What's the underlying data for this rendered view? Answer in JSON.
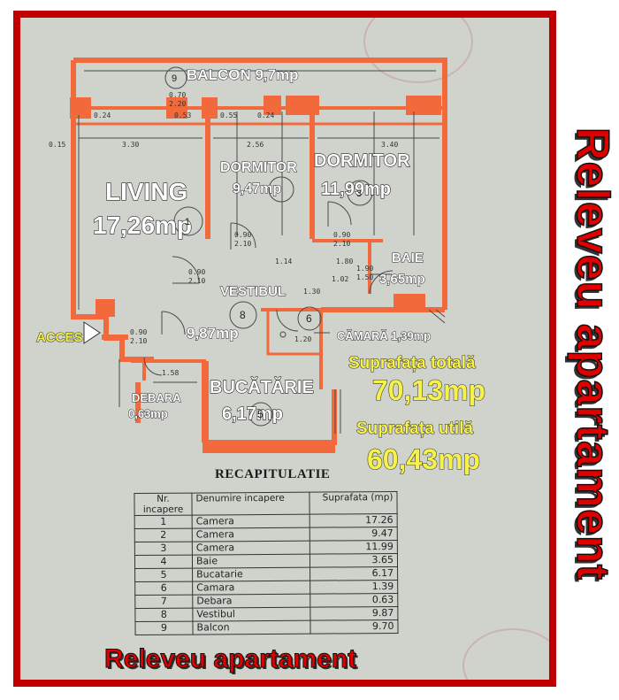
{
  "plan": {
    "balcony": "BALCON 9,7mp",
    "balcony_no": "9",
    "living_name": "LIVING",
    "living_area": "17,26mp",
    "living_no": "1",
    "bed1_name": "DORMITOR",
    "bed1_area": "9,47mp",
    "bed2_name": "DORMITOR",
    "bed2_area": "11,99mp",
    "bed2_no": "3",
    "bath_name": "BAIE",
    "bath_area": "3,65mp",
    "hall_name": "VESTIBUL",
    "hall_no": "8",
    "hall_area": "9,87mp",
    "pantry_no": "6",
    "pantry_label": "CĂMARĂ 1,39mp",
    "access": "ACCES",
    "storage_name": "DEBARA",
    "storage_area": "0,63mp",
    "kitchen_name": "BUCĂTĂRIE",
    "kitchen_area": "6,17mp",
    "kitchen_no": "5",
    "total_label": "Suprafața totală",
    "total_value": "70,13mp",
    "useful_label": "Suprafața utilă",
    "useful_value": "60,43mp",
    "dims": {
      "d330": "3.30",
      "d256": "2.56",
      "d340": "3.40",
      "d015": "0.15",
      "d024a": "0.24",
      "d024b": "0.24",
      "d055": "0.55",
      "d053": "0.53",
      "d090a": "0.90",
      "d210a": "2.10",
      "d070": "0.70",
      "d220": "2.20",
      "d090b": "0.90",
      "d210b": "2.10",
      "d090c": "0.90",
      "d210c": "2.10",
      "d180": "1.80",
      "d102": "1.02",
      "d114": "1.14",
      "d158": "1.58",
      "d120": "1.20",
      "d210d": "2.10",
      "d090d": "0.90",
      "d190": "1.90",
      "d150": "1.50",
      "d130": "1.30"
    }
  },
  "side_title": "Releveu apartament",
  "bottom_title": "Releveu apartament",
  "recap": {
    "title": "RECAPITULATIE",
    "headers": [
      "Nr. incapere",
      "Denumire incapere",
      "Suprafata (mp)"
    ],
    "rows": [
      [
        "1",
        "Camera",
        "17.26"
      ],
      [
        "2",
        "Camera",
        "9.47"
      ],
      [
        "3",
        "Camera",
        "11.99"
      ],
      [
        "4",
        "Baie",
        "3.65"
      ],
      [
        "5",
        "Bucatarie",
        "6.17"
      ],
      [
        "6",
        "Camara",
        "1.39"
      ],
      [
        "7",
        "Debara",
        "0.63"
      ],
      [
        "8",
        "Vestibul",
        "9.87"
      ],
      [
        "9",
        "Balcon",
        "9.70"
      ]
    ]
  },
  "colors": {
    "wall": "#f26a3c",
    "frame": "#c00000",
    "paper": "#cfd3cc",
    "title_red": "#e00000",
    "highlight": "#f6f24a"
  }
}
